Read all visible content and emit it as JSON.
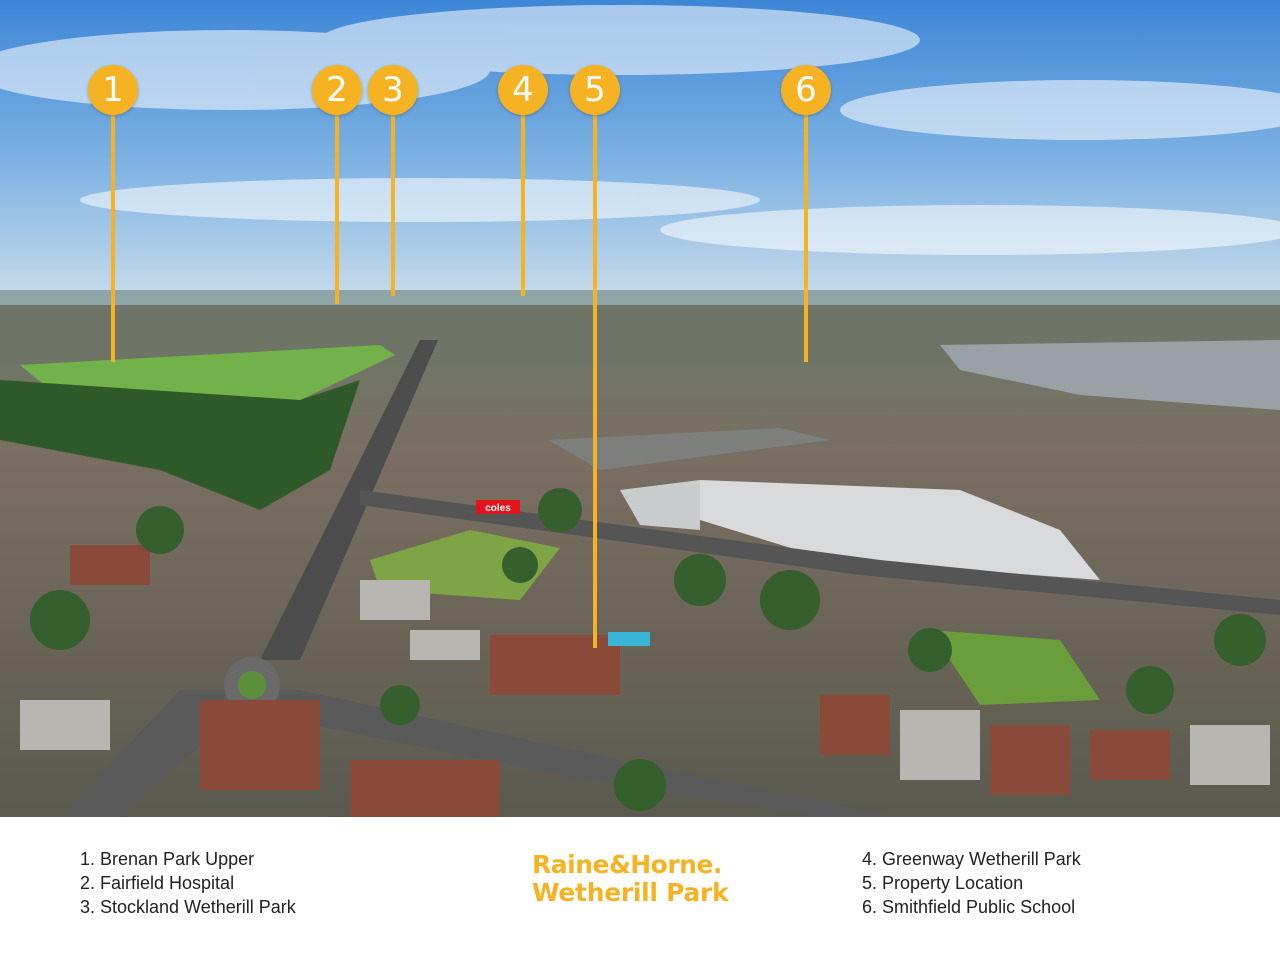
{
  "image": {
    "description_icon": "aerial-photo",
    "colors": {
      "accent": "#f5b324",
      "sky": "#4a90d6",
      "grass": "#5d9e3c",
      "roof": "#8a4a3a"
    },
    "coles_sign": "coles"
  },
  "markers": [
    {
      "label": "1"
    },
    {
      "label": "2"
    },
    {
      "label": "3"
    },
    {
      "label": "4"
    },
    {
      "label": "5"
    },
    {
      "label": "6"
    }
  ],
  "legend": {
    "left": [
      "1. Brenan Park Upper",
      "2. Fairfield Hospital",
      "3. Stockland Wetherill Park"
    ],
    "right": [
      "4. Greenway Wetherill Park",
      "5. Property Location",
      "6. Smithfield Public School"
    ]
  },
  "brand": {
    "line1": "Raine&Horne.",
    "line2": "Wetherill Park"
  }
}
